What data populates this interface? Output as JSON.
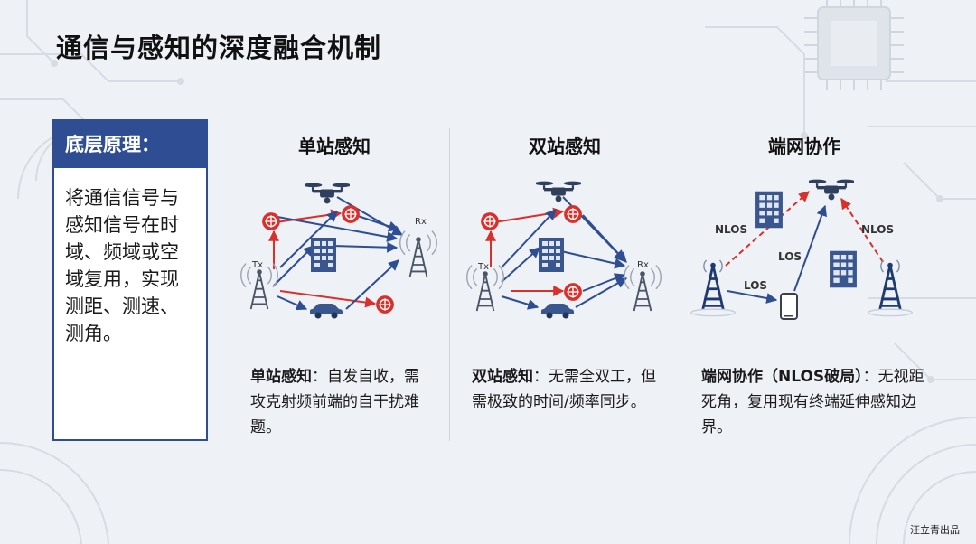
{
  "page": {
    "title": "通信与感知的深度融合机制",
    "credit": "汪立青出品"
  },
  "principle": {
    "heading": "底层原理：",
    "text": "将通信信号与感知信号在时域、频域或空域复用，实现测距、测速、测角。"
  },
  "columns": [
    {
      "title": "单站感知",
      "desc_lead": "单站感知",
      "desc_rest": "：自发自收，需攻克射频前端的自干扰难题。",
      "labels": {
        "tx": "Tx",
        "rx": "Rx"
      }
    },
    {
      "title": "双站感知",
      "desc_lead": "双站感知",
      "desc_rest": "：无需全双工，但需极致的时间/频率同步。",
      "labels": {
        "tx": "Tx",
        "rx": "Rx"
      }
    },
    {
      "title": "端网协作",
      "desc_lead": "端网协作（NLOS破局）",
      "desc_rest": "：无视距死角，复用现有终端延伸感知边界。",
      "labels": {
        "nlos_left": "NLOS",
        "nlos_right": "NLOS",
        "los_top": "LOS",
        "los_bottom": "LOS"
      }
    }
  ],
  "colors": {
    "accent": "#2e4d93",
    "signal_red": "#d9302c",
    "signal_blue": "#2e4d93",
    "background": "#eef1f5"
  },
  "icons": [
    "drone-icon",
    "building-icon",
    "car-icon",
    "target-icon",
    "tower-icon",
    "phone-icon"
  ]
}
